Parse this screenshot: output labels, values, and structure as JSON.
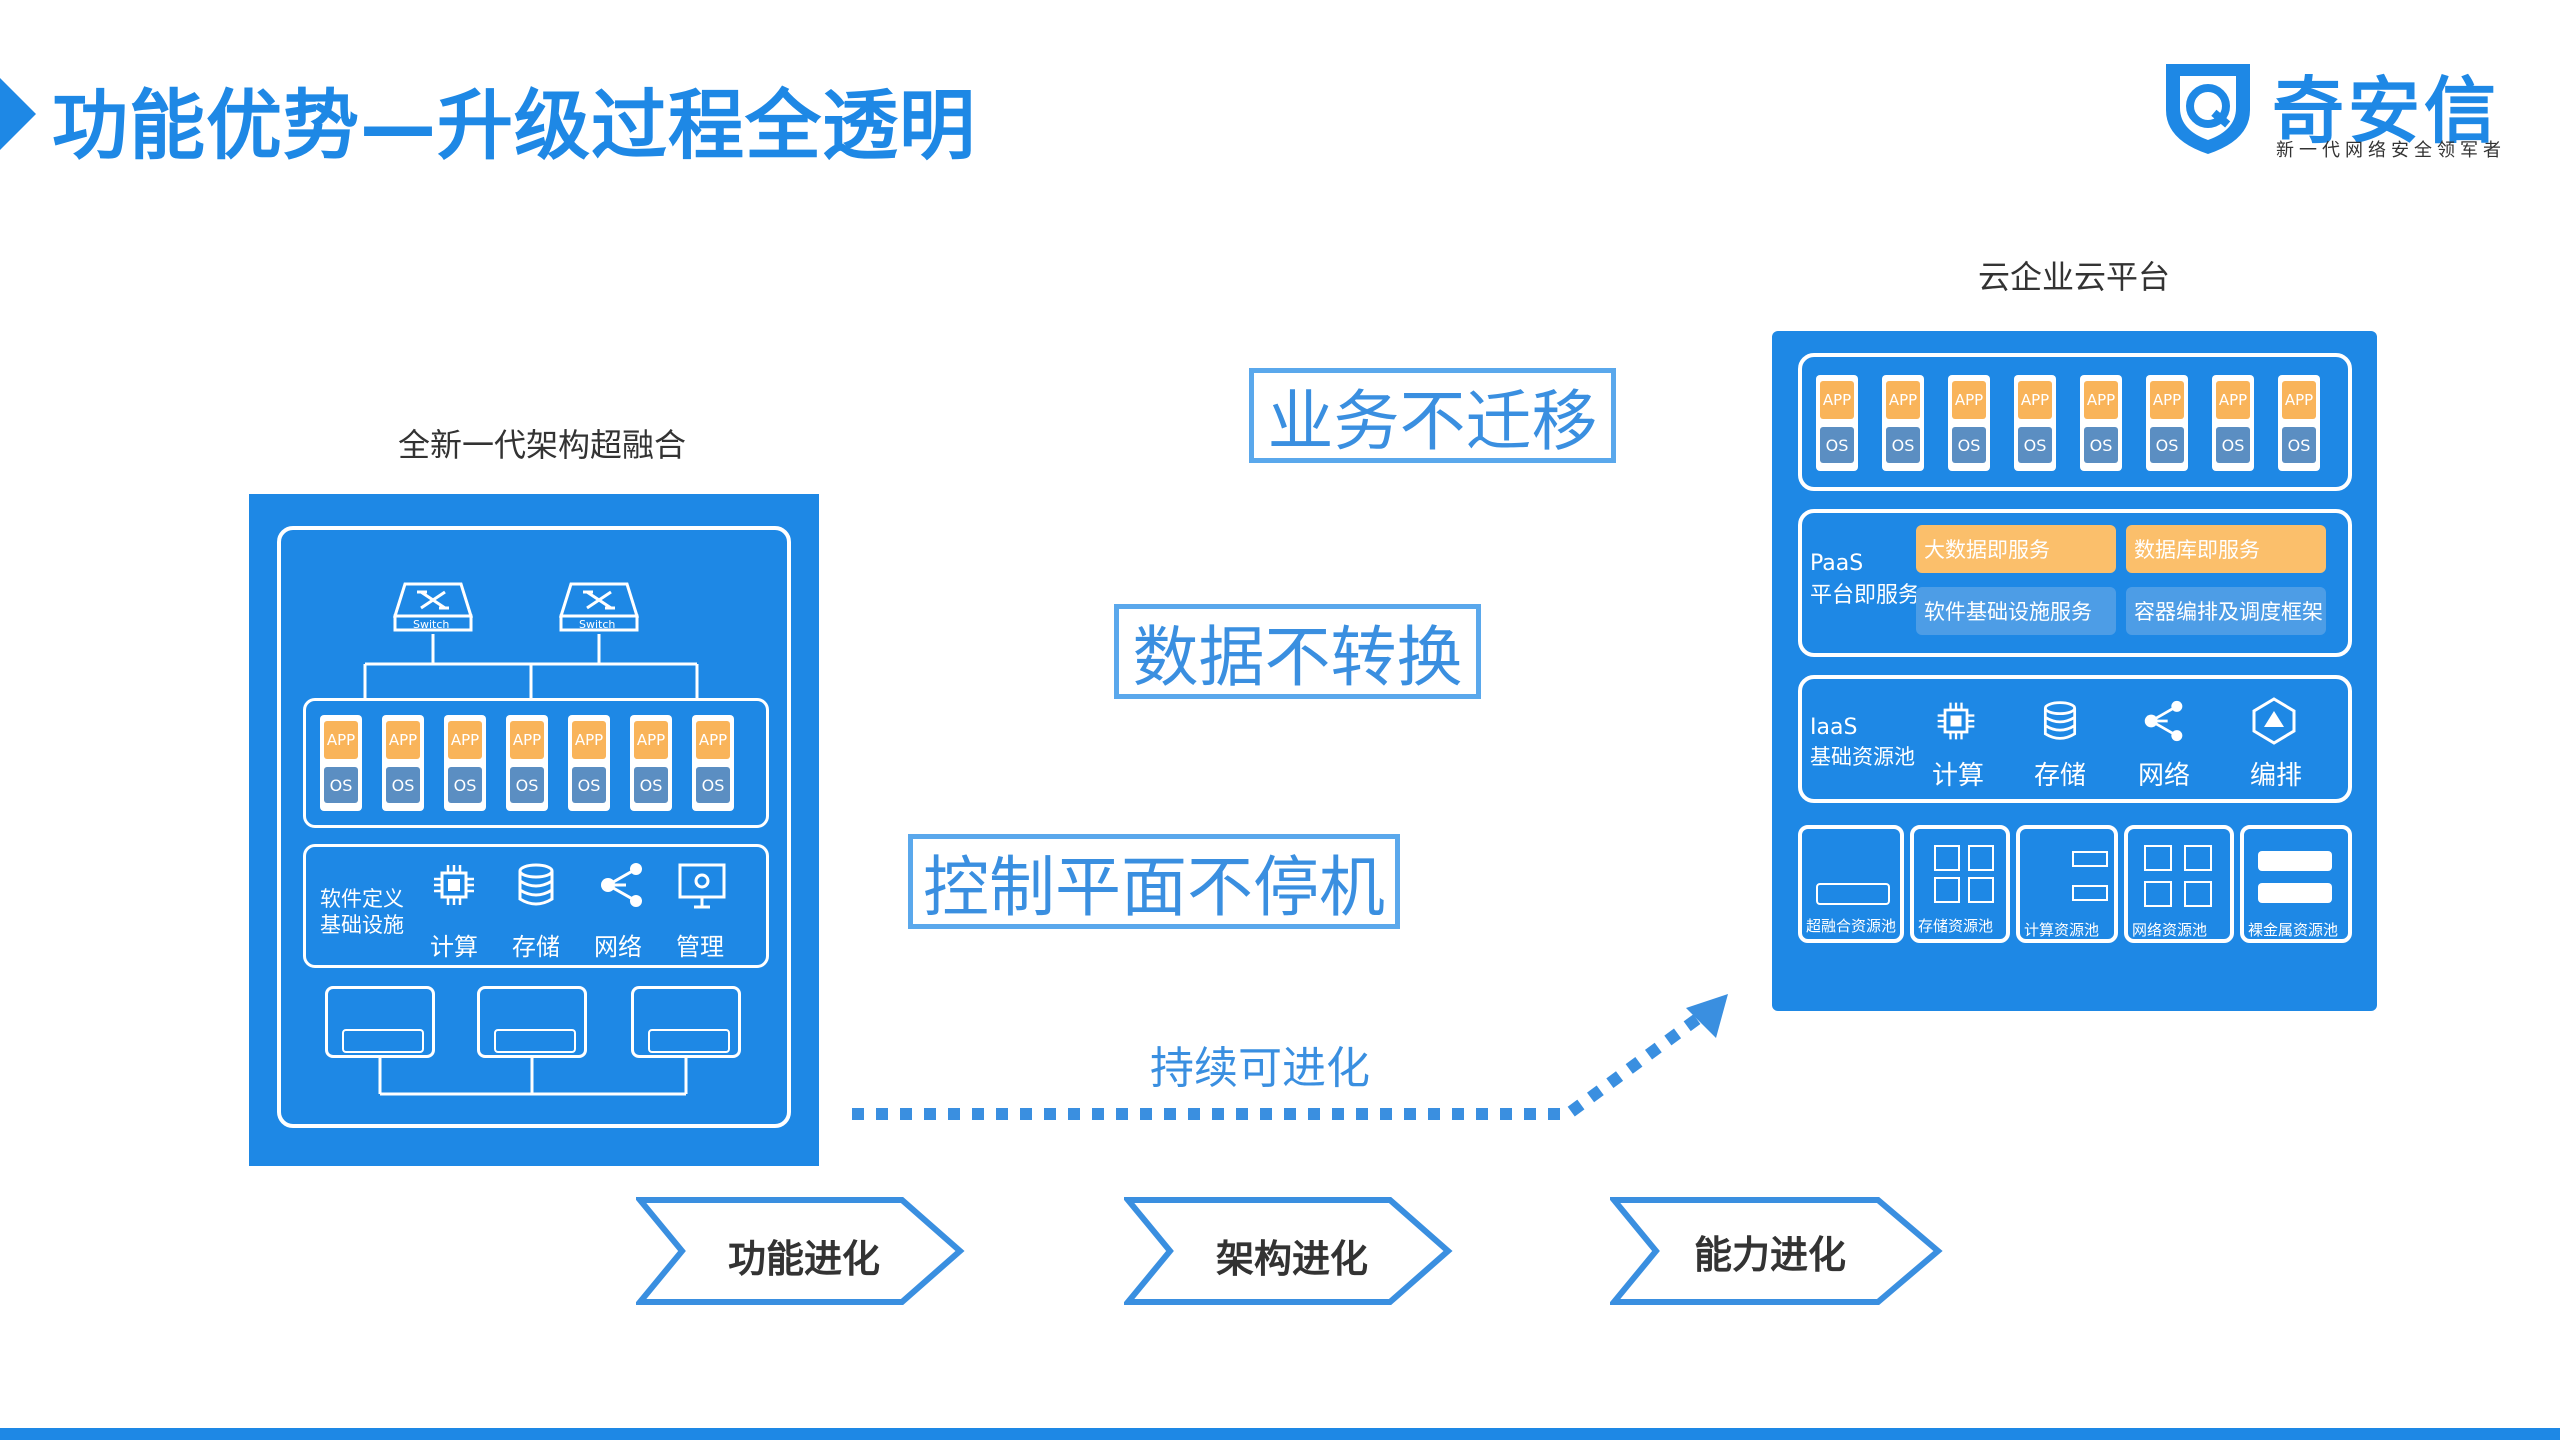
{
  "header": {
    "title": "功能优势—升级过程全透明",
    "logo_name": "奇安信",
    "logo_slogan": "新一代网络安全领军者"
  },
  "left_diagram": {
    "caption": "全新一代架构超融合",
    "switch_label": "Switch",
    "app_label": "APP",
    "os_label": "OS",
    "sds_label_1": "软件定义",
    "sds_label_2": "基础设施",
    "icons": [
      "计算",
      "存储",
      "网络",
      "管理"
    ]
  },
  "features": [
    "业务不迁移",
    "数据不转换",
    "控制平面不停机"
  ],
  "evolve_label": "持续可进化",
  "right_diagram": {
    "caption": "云企业云平台",
    "app_label": "APP",
    "os_label": "OS",
    "paas_1": "PaaS",
    "paas_2": "平台即服务",
    "services": [
      "大数据即服务",
      "数据库即服务",
      "软件基础设施服务",
      "容器编排及调度框架"
    ],
    "iaas_1": "IaaS",
    "iaas_2": "基础资源池",
    "iaas_icons": [
      "计算",
      "存储",
      "网络",
      "编排"
    ],
    "pools": [
      "超融合资源池",
      "存储资源池",
      "计算资源池",
      "网络资源池",
      "裸金属资源池"
    ]
  },
  "evolution_steps": [
    "功能进化",
    "架构进化",
    "能力进化"
  ],
  "colors": {
    "primary": "#1e88e5",
    "accent": "#f9b45a",
    "feature_border": "#5aa8ec"
  }
}
